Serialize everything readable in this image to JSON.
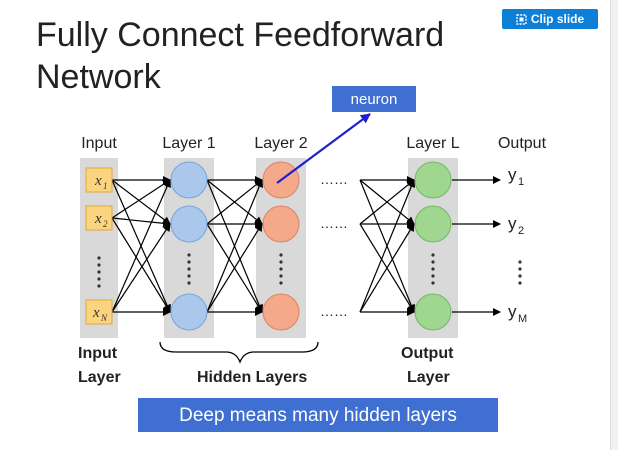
{
  "slide": {
    "title_line1": "Fully Connect Feedforward",
    "title_line2": "Network"
  },
  "clip_button": {
    "label": "Clip slide",
    "icon": "clip-icon",
    "color": "#0e7fd6"
  },
  "diagram": {
    "column_headers": {
      "input": "Input",
      "layer1": "Layer 1",
      "layer2": "Layer 2",
      "layerL": "Layer L",
      "output": "Output"
    },
    "inputs": [
      {
        "base": "x",
        "sub": "1"
      },
      {
        "base": "x",
        "sub": "2"
      },
      {
        "base": "x",
        "sub": "N"
      }
    ],
    "outputs": [
      {
        "base": "y",
        "sub": "1"
      },
      {
        "base": "y",
        "sub": "2"
      },
      {
        "base": "y",
        "sub": "M"
      }
    ],
    "ellipsis_h": "……",
    "neuron_label": "neuron",
    "footer_labels": {
      "input_line1": "Input",
      "input_line2": "Layer",
      "hidden": "Hidden Layers",
      "output_line1": "Output",
      "output_line2": "Layer"
    },
    "banner": "Deep means many hidden layers",
    "colors": {
      "layer1_node": "#a9c8ec",
      "layer2_node": "#f4a98a",
      "output_node": "#9fd690",
      "input_box": "#fbd47f",
      "column_bg": "#d9d9d9",
      "banner_bg": "#3f6fd1",
      "neuron_box": "#3f6fd1",
      "arrow": "#1f1fcf"
    }
  }
}
